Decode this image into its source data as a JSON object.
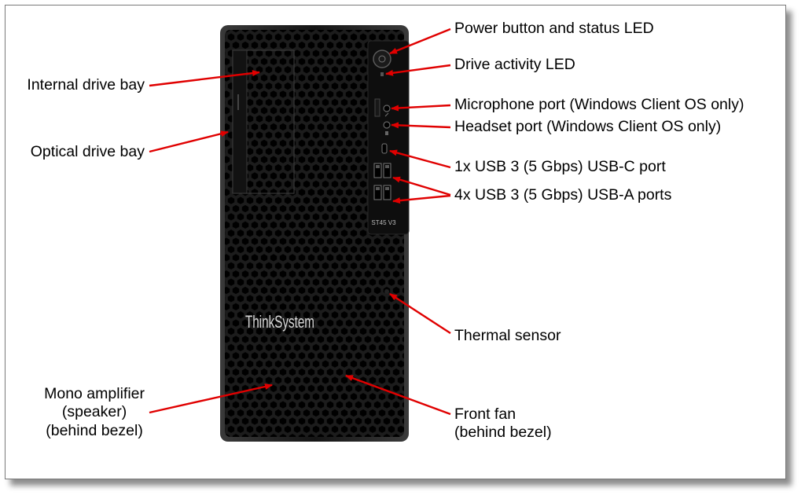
{
  "labels": {
    "power_button": "Power button and status LED",
    "drive_activity": "Drive activity LED",
    "microphone_port": "Microphone port (Windows Client OS only)",
    "headset_port": "Headset port (Windows Client OS only)",
    "usb_c": "1x USB 3 (5 Gbps) USB-C port",
    "usb_a": "4x USB 3 (5 Gbps) USB-A ports",
    "thermal_sensor": "Thermal sensor",
    "front_fan_line1": "Front fan",
    "front_fan_line2": "(behind bezel)",
    "internal_drive_bay": "Internal drive bay",
    "optical_drive_bay": "Optical drive bay",
    "mono_amp_line1": "Mono amplifier",
    "mono_amp_line2": "(speaker)",
    "mono_amp_line3": "(behind bezel)"
  },
  "device": {
    "brand_logo": "ThinkSystem",
    "model_badge": "ST45 V3"
  },
  "colors": {
    "callout": "#e00000",
    "chassis": "#0b0b0b",
    "logo": "#d8d8d8"
  }
}
